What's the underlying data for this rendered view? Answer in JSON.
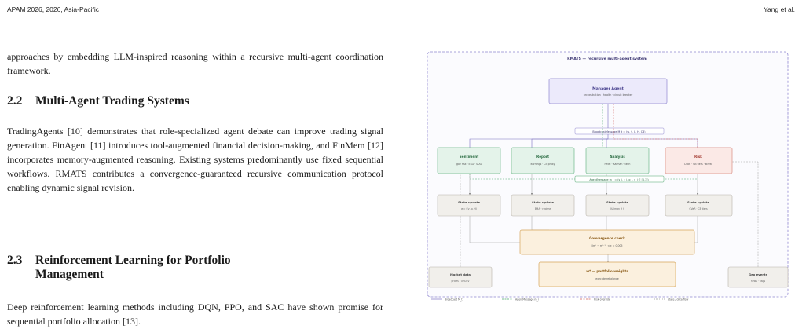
{
  "header": {
    "left": "APAM 2026, 2026, Asia-Pacific",
    "right": "Yang et al."
  },
  "intro_text": "approaches by embedding LLM-inspired reasoning within a recursive multi-agent coordination framework.",
  "section_2_2": {
    "number": "2.2",
    "title": "Multi-Agent Trading Systems",
    "body": "TradingAgents [10] demonstrates that role-specialized agent debate can improve trading signal generation. FinAgent [11] introduces tool-augmented financial decision-making, and FinMem [12] incorporates memory-augmented reasoning. Existing systems predominantly use fixed sequential workflows. RMATS contributes a convergence-guaranteed recursive communication protocol enabling dynamic signal revision."
  },
  "section_2_3": {
    "number": "2.3",
    "title_line1": "Reinforcement Learning for Portfolio",
    "title_line2": "Management",
    "body": "Deep reinforcement learning methods including DQN, PPO, and SAC have shown promise for sequential portfolio allocation [13]."
  },
  "figure": {
    "title": "RMATS — recursive multi-agent system",
    "manager": {
      "title": "Manager Agent",
      "sub": "orchestration · health · circuit breaker"
    },
    "broadcast_label": "BroadcastMessage  M_t = (w, ŷ, L, H, CB)",
    "agent_message_label": "AgentMessage  m_i = (s_i, c_i, g_i, v_i ∈ [0,1])",
    "agents": [
      {
        "title": "Sentiment",
        "sub": "gov risk · ESG · SDG"
      },
      {
        "title": "Report",
        "sub": "earnings · CS proxy"
      },
      {
        "title": "Analysis",
        "sub": "HMM · Kalman · tech"
      },
      {
        "title": "Risk",
        "sub": "CVaR · CB tiers · stress"
      }
    ],
    "state_updates": [
      {
        "title": "State update",
        "sub": "σ = f(v, g, H)"
      },
      {
        "title": "State update",
        "sub": "EMA · regime"
      },
      {
        "title": "State update",
        "sub": "Kalman θ_t"
      },
      {
        "title": "State update",
        "sub": "CVaR · CB tiers"
      }
    ],
    "convergence": {
      "title": "Convergence check",
      "sub": "‖mᵗ − mᵗ⁻¹‖ < ε = 0.005"
    },
    "weights": {
      "title": "w* — portfolio weights",
      "sub": "execute rebalance"
    },
    "market": {
      "title": "Market data",
      "sub": "prices · OHLCV"
    },
    "geo": {
      "title": "Geo events",
      "sub": "news · flags"
    },
    "legend": [
      {
        "label": "Broadcast M_t",
        "color": "#7a6fc0"
      },
      {
        "label": "AgentMessage m_i",
        "color": "#4aa56a"
      },
      {
        "label": "Risk override",
        "color": "#d0605a"
      },
      {
        "label": "State / data flow",
        "color": "#9a9a9a"
      }
    ],
    "colors": {
      "manager": "#eceafb",
      "manager_stroke": "#8f86d0",
      "sentiment": "#e4f3ea",
      "sentiment_stroke": "#6fb88b",
      "report": "#e4f3ea",
      "analysis": "#e4f3ea",
      "risk": "#fbe9e6",
      "risk_stroke": "#d98a80",
      "state": "#f1efeb",
      "state_stroke": "#b7b2a9",
      "conv": "#fbf0de",
      "conv_stroke": "#d6a55a"
    }
  }
}
